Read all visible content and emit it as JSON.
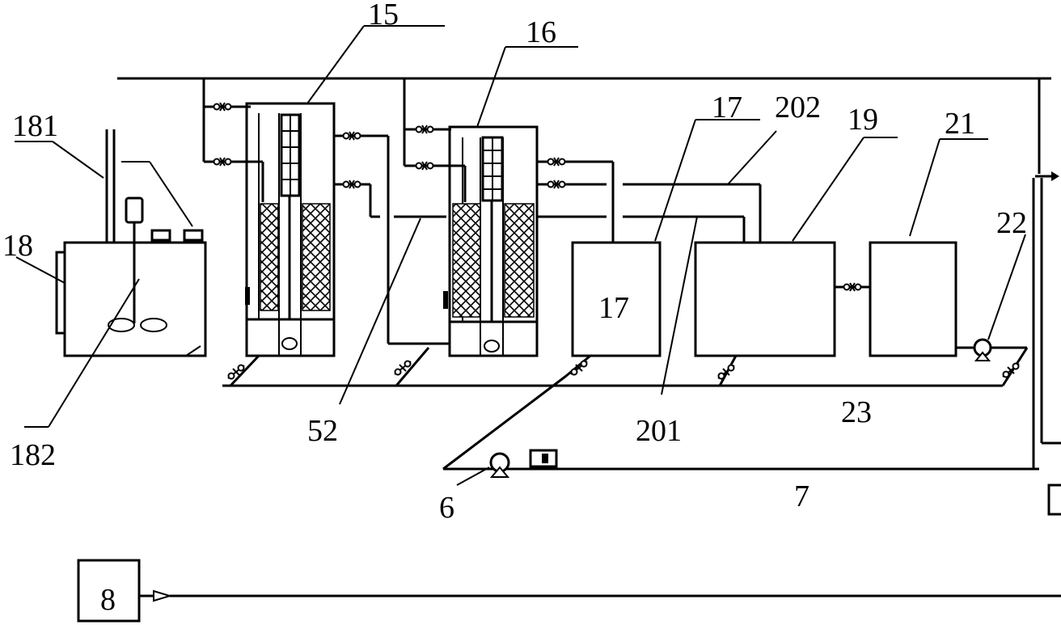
{
  "labels": {
    "l15": "15",
    "l16": "16",
    "l17_top": "17",
    "l202": "202",
    "l19": "19",
    "l21": "21",
    "l181": "181",
    "l18": "18",
    "l22": "22",
    "l17_box": "17",
    "l52": "52",
    "l201": "201",
    "l23": "23",
    "l182": "182",
    "l6": "6",
    "l7": "7",
    "l8": "8"
  },
  "icons": [
    "valve-icon",
    "pump-icon",
    "stirrer-icon",
    "motor-icon",
    "meter-icon",
    "arrow-icon"
  ]
}
